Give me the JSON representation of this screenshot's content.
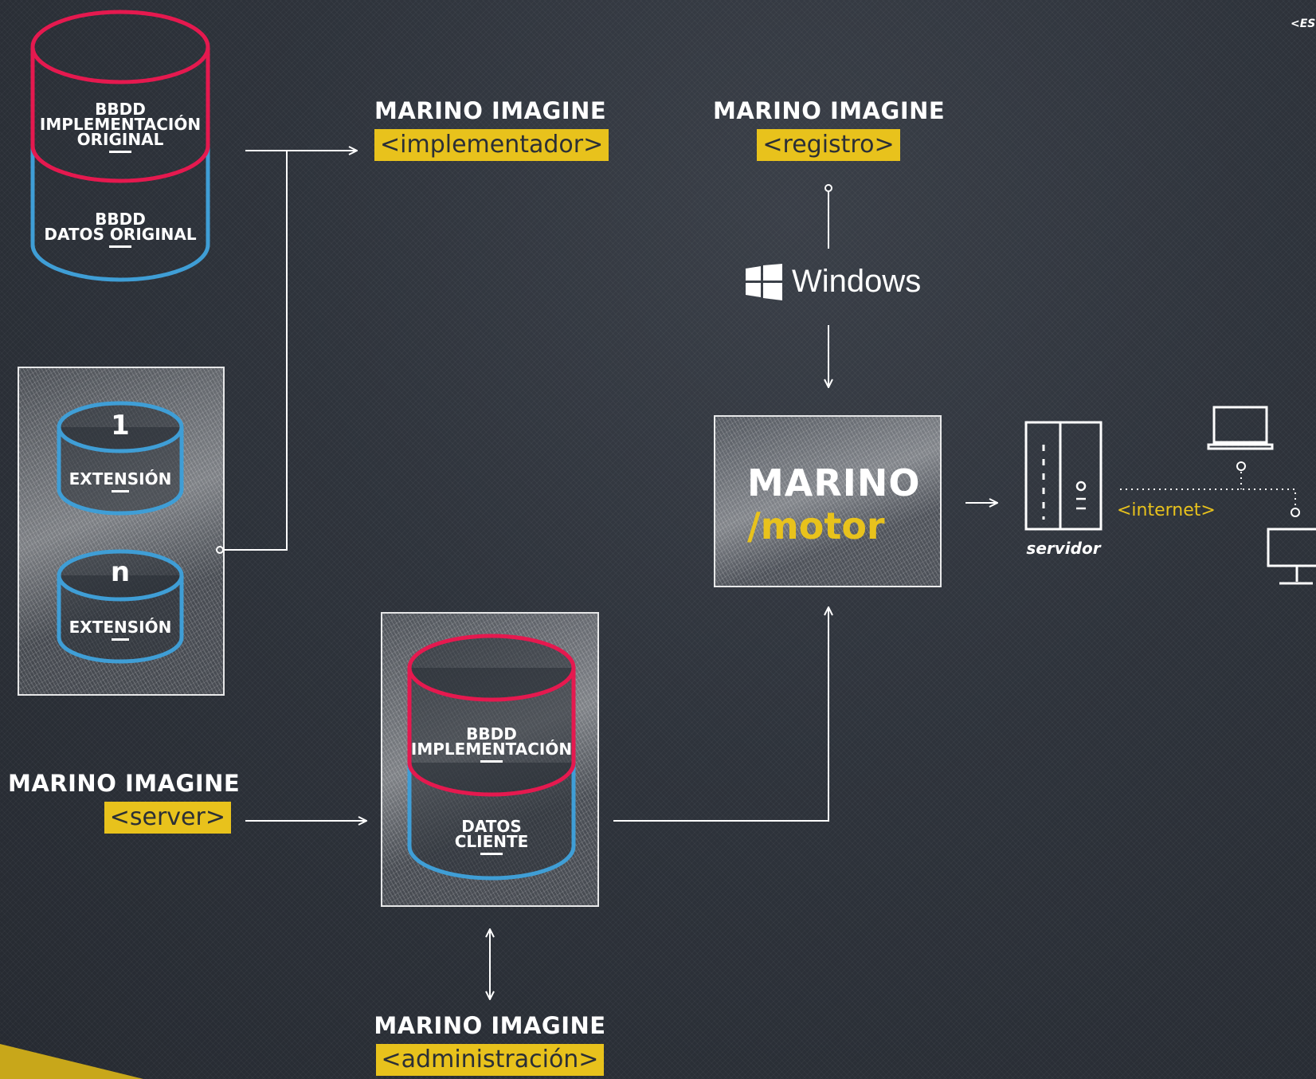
{
  "corner_tag": "<ES",
  "db_original": {
    "top_label_1": "BBDD",
    "top_label_2": "IMPLEMENTACIÓN",
    "top_label_3": "ORIGINAL",
    "bottom_label_1": "BBDD",
    "bottom_label_2": "DATOS ORIGINAL"
  },
  "extensions": {
    "first_index": "1",
    "first_label": "EXTENSIÓN",
    "last_index": "n",
    "last_label": "EXTENSIÓN"
  },
  "implementador": {
    "title": "MARINO IMAGINE",
    "tag": "<implementador>"
  },
  "registro": {
    "title": "MARINO IMAGINE",
    "tag": "<registro>"
  },
  "windows": {
    "label": "Windows"
  },
  "motor": {
    "title": "MARINO",
    "subtitle": "/motor"
  },
  "server_node": {
    "label": "servidor"
  },
  "internet": {
    "label": "<internet>"
  },
  "server_module": {
    "title": "MARINO IMAGINE",
    "tag": "<server>"
  },
  "db_cliente": {
    "top_label_1": "BBDD",
    "top_label_2": "IMPLEMENTACIÓN",
    "bottom_label_1": "DATOS",
    "bottom_label_2": "CLIENTE"
  },
  "administracion": {
    "title": "MARINO IMAGINE",
    "tag": "<administración>"
  },
  "colors": {
    "accent_yellow": "#e8c21c",
    "db_implementation_red": "#e5194f",
    "db_data_blue": "#3f9ed6"
  }
}
